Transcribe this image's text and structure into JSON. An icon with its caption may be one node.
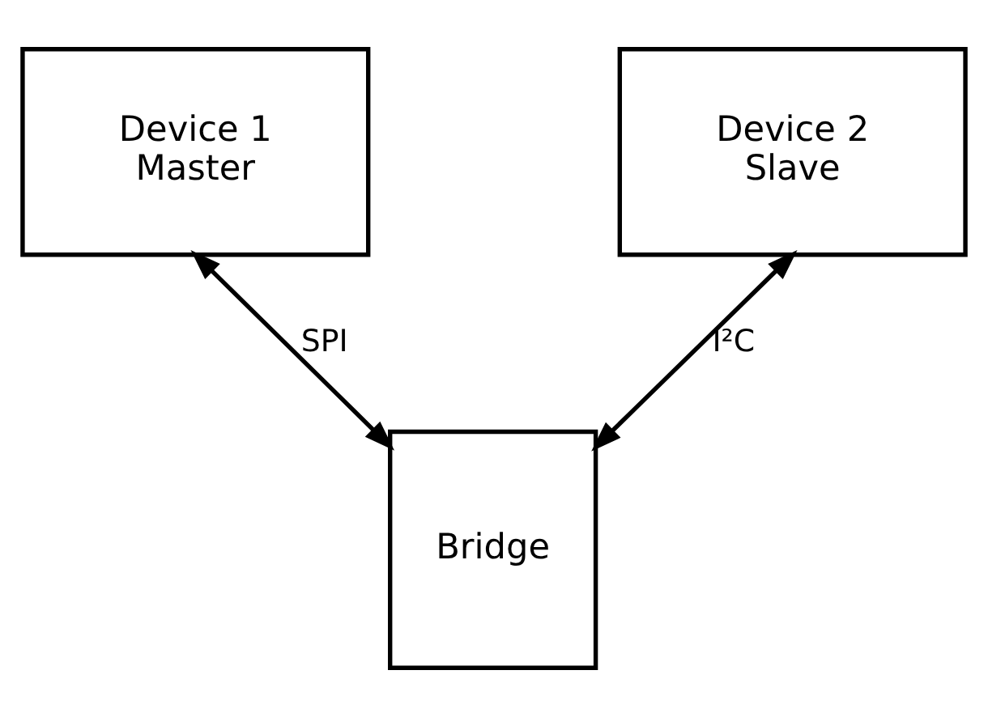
{
  "diagram": {
    "nodes": [
      {
        "text": [
          "Device 1",
          "Master"
        ]
      },
      {
        "text": [
          "Device 2",
          "Slave"
        ]
      },
      {
        "text": [
          "Bridge"
        ]
      }
    ],
    "edges": [
      {
        "from": 0,
        "to": 2,
        "arrow": "both",
        "label": "SPI"
      },
      {
        "from": 1,
        "to": 2,
        "arrow": "both",
        "label": "I²C"
      }
    ]
  }
}
